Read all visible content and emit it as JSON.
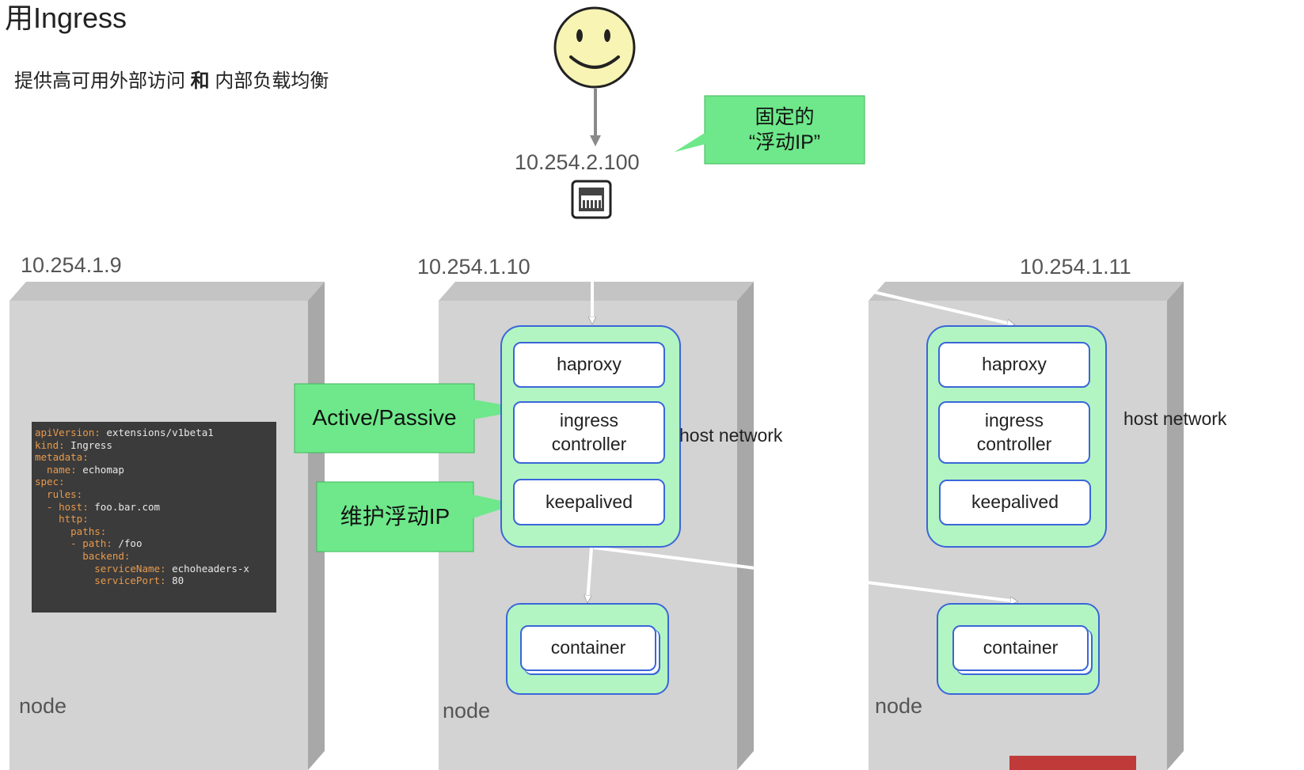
{
  "slide": {
    "title": "用Ingress",
    "subtitle": {
      "part1": "提供高可用外部访问 ",
      "bold": "和",
      "part2": " 内部负载均衡"
    }
  },
  "floating_ip": {
    "address": "10.254.2.100",
    "callout": "固定的\n“浮动IP”"
  },
  "nodes": [
    {
      "ip": "10.254.1.9",
      "label": "node"
    },
    {
      "ip": "10.254.1.10",
      "label": "node"
    },
    {
      "ip": "10.254.1.11",
      "label": "node"
    }
  ],
  "components": {
    "haproxy": "haproxy",
    "ingress_controller": "ingress\ncontroller",
    "keepalived": "keepalived",
    "container": "container",
    "host_network": "host network"
  },
  "callouts": {
    "active_passive": "Active/Passive",
    "maintain_ip": "维护浮动IP"
  },
  "ingress_yaml": [
    {
      "key": "apiVersion:",
      "val": " extensions/v1beta1"
    },
    {
      "key": "kind:",
      "val": " Ingress"
    },
    {
      "key": "metadata:",
      "val": ""
    },
    {
      "key": "  name:",
      "val": " echomap"
    },
    {
      "key": "spec:",
      "val": ""
    },
    {
      "key": "  rules:",
      "val": ""
    },
    {
      "key": "  - host:",
      "val": " foo.bar.com"
    },
    {
      "key": "    http:",
      "val": ""
    },
    {
      "key": "      paths:",
      "val": ""
    },
    {
      "key": "      - path:",
      "val": " /foo"
    },
    {
      "key": "        backend:",
      "val": ""
    },
    {
      "key": "          serviceName:",
      "val": " echoheaders-x"
    },
    {
      "key": "          servicePort:",
      "val": " 80"
    }
  ],
  "colors": {
    "group_fill": "#b3f5c2",
    "border_blue": "#3a66d9",
    "callout_green": "#6ee88a",
    "node_gray": "#d3d3d3",
    "smiley_yellow": "#f7f4b4"
  }
}
